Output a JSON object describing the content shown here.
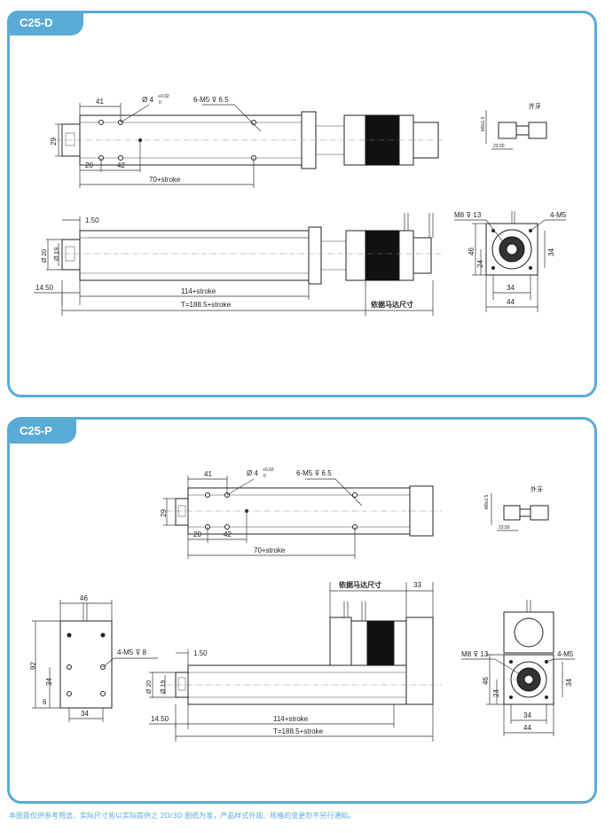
{
  "panels": [
    {
      "label": "C25-D"
    },
    {
      "label": "C25-P"
    }
  ],
  "dims": {
    "d41": "41",
    "hole": "Ø 4",
    "hole_tol_plus": "+0.02",
    "hole_tol_zero": "0",
    "m5_holes": "6-M5 ⊽ 6.5",
    "h29": "29",
    "d20": "20",
    "d42": "42",
    "stroke70": "70+stroke",
    "d150": "1.50",
    "phi20": "Ø 20",
    "phi19": "Ø 19",
    "d1450": "14.50",
    "stroke114": "114+stroke",
    "total": "T=188.5+stroke",
    "motor_size": "依据马达尺寸",
    "m8": "M8 ⊽ 13",
    "m4_m5": "4-M5",
    "d46": "46",
    "d24": "24",
    "d34": "34",
    "d44": "44",
    "d33": "33",
    "d92": "92",
    "d6": "6",
    "m5_8": "4-M5 ⊽ 8",
    "thread_label": "外牙",
    "thread_spec": "M8x1.5",
    "thread_len": "23.50"
  },
  "footer": "本图面仅供参考用途，实际尺寸皆以实际提供之 2D/3D 图纸为准，产品样式外观、规格的变更恕不另行通知。",
  "colors": {
    "accent": "#5aaad6"
  }
}
